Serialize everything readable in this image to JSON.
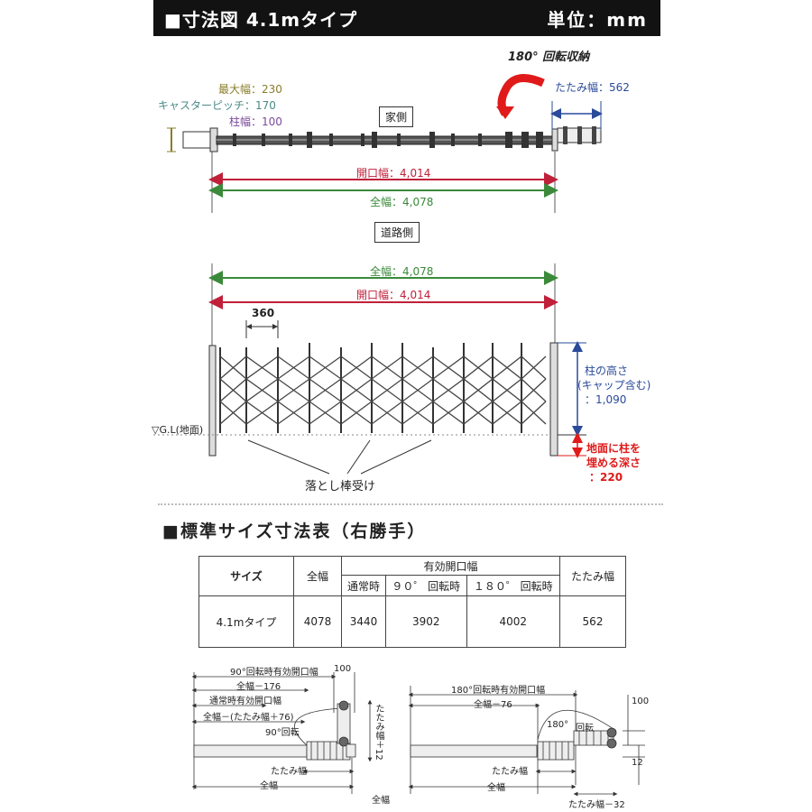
{
  "header": {
    "title": "■寸法図 4.1mタイプ",
    "unit": "単位：mm"
  },
  "top_view": {
    "rotate_label": "180° 回転収納",
    "max_width": "最大幅：230",
    "caster_pitch": "キャスターピッチ：170",
    "pole_width": "柱幅：100",
    "fold_width": "たたみ幅：562",
    "house_side": "家側",
    "opening_width": "開口幅：4,014",
    "total_width": "全幅：4,078"
  },
  "front_view": {
    "road_side": "道路側",
    "total_width": "全幅：4,078",
    "opening_width": "開口幅：4,014",
    "pitch": "360",
    "pole_height_1": "柱の高さ",
    "pole_height_2": "(キャップ含む)",
    "pole_height_3": "：1,090",
    "bury_1": "地面に柱を",
    "bury_2": "埋める深さ",
    "bury_3": "：220",
    "ground": "▽G.L(地面)",
    "drop_rod": "落とし棒受け"
  },
  "table": {
    "title": "■標準サイズ寸法表（右勝手）",
    "headers": {
      "size": "サイズ",
      "total": "全幅",
      "effective": "有効開口幅",
      "normal": "通常時",
      "rot90": "９０゜ 回転時",
      "rot180": "１８０゜ 回転時",
      "fold": "たたみ幅"
    },
    "row": {
      "size": "4.1mタイプ",
      "total": "4078",
      "normal": "3440",
      "rot90": "3902",
      "rot180": "4002",
      "fold": "562"
    }
  },
  "bottom_left": {
    "l1": "90°回転時有効開口幅",
    "l100": "100",
    "l2": "全幅－176",
    "l3": "通常時有効開口幅",
    "l4": "全幅－(たたみ幅＋76)",
    "l5": "90°回転",
    "l6": "たたみ幅＋12",
    "l7": "たたみ幅",
    "l8": "全幅",
    "l9": "全幅"
  },
  "bottom_right": {
    "l1": "180°回転時有効開口幅",
    "l2": "全幅－76",
    "l3": "180°",
    "l4": "回転",
    "l100": "100",
    "l12": "12",
    "l5": "たたみ幅",
    "l6": "全幅",
    "l7": "たたみ幅－32"
  },
  "colors": {
    "olive": "#8a7d2a",
    "teal": "#4a8a86",
    "purple": "#7a4a9a",
    "blue": "#2a4a9a",
    "crimson": "#c0203a",
    "green": "#3a8a3a",
    "red": "#e01a1a",
    "orange": "#e8780a"
  }
}
